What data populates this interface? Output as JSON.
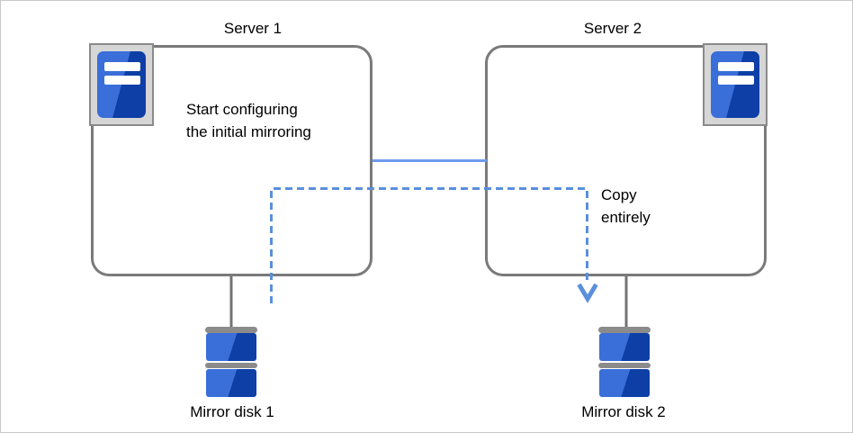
{
  "servers": [
    {
      "label": "Server 1",
      "note_lines": [
        "Start configuring",
        "the initial mirroring"
      ],
      "icon": "server-tower-icon"
    },
    {
      "label": "Server 2",
      "icon": "server-tower-icon"
    }
  ],
  "copy_note_lines": [
    "Copy",
    "entirely"
  ],
  "disks": [
    {
      "label": "Mirror disk 1",
      "icon": "disk-stack-icon"
    },
    {
      "label": "Mirror disk 2",
      "icon": "disk-stack-icon"
    }
  ],
  "connections": {
    "server_link": "solid-blue-line-between-servers",
    "copy_path": "dashed-blue-path-from-disk1-area-to-disk2",
    "arrow": "arrow-down-icon"
  },
  "colors": {
    "background": "#ffffff",
    "page_border": "#c8c8c8",
    "text_color": "#000000",
    "box_border": "#7a7a7a",
    "connector_gray": "#737373",
    "line_blue_solid": "#6f9bee",
    "line_blue_dashed": "#5a8fdd",
    "icon_frame_bg": "#d6d6d6",
    "icon_frame_border": "#8a8a8a",
    "icon_blue_light": "#3a6ed9",
    "icon_blue_dark": "#0d3fa6",
    "disk_gray": "#8b8b8b"
  }
}
